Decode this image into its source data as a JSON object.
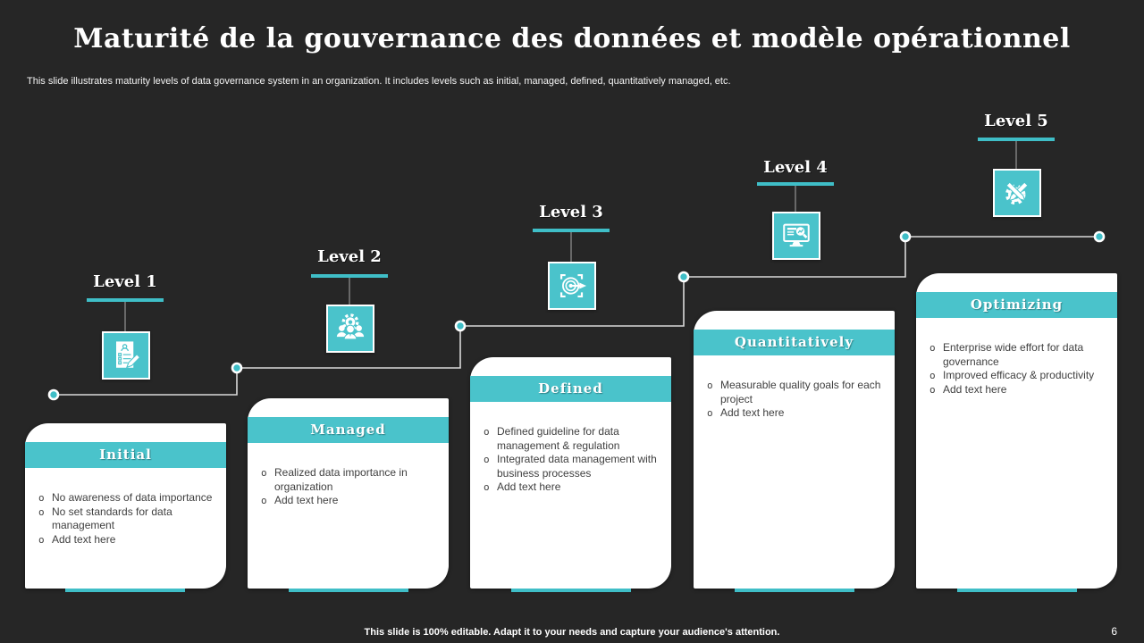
{
  "slide": {
    "title": "Maturité de la gouvernance des données et modèle opérationnel",
    "subtitle": "This slide illustrates maturity levels of data governance system in an organization. It includes levels such as initial, managed, defined, quantitatively managed, etc.",
    "footer": "This slide is 100% editable. Adapt it to your needs and capture your audience's attention.",
    "page_number": "6"
  },
  "colors": {
    "background": "#262626",
    "accent_teal": "#4AC3CB",
    "underline_teal": "#3FBEC7",
    "connector_gray": "#D9D9D9",
    "card_text": "#3F3F3F",
    "card_white": "#FFFFFF"
  },
  "levels": [
    {
      "label": "Level 1",
      "icon": "document-pencil-icon",
      "card_title": "Initial",
      "bullets": [
        "No awareness of data importance",
        "No set standards for data management",
        "Add text here"
      ]
    },
    {
      "label": "Level 2",
      "icon": "team-gear-icon",
      "card_title": "Managed",
      "bullets": [
        "Realized data importance in organization",
        "Add text here"
      ]
    },
    {
      "label": "Level 3",
      "icon": "target-focus-icon",
      "card_title": "Defined",
      "bullets": [
        "Defined guideline for data management & regulation",
        "Integrated data management with business processes",
        "Add text here"
      ]
    },
    {
      "label": "Level 4",
      "icon": "monitor-search-icon",
      "card_title": "Quantitatively",
      "bullets": [
        "Measurable quality goals for each project",
        "Add text here"
      ]
    },
    {
      "label": "Level 5",
      "icon": "gear-pencil-icon",
      "card_title": "Optimizing",
      "bullets": [
        "Enterprise wide effort for data governance",
        "Improved efficacy & productivity",
        "Add text here"
      ]
    }
  ]
}
